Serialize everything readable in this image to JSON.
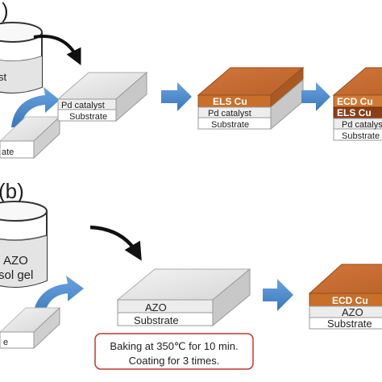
{
  "panel_a": {
    "label_fragment": ")",
    "beaker_text": "st",
    "catalyst_layer": "Pd catalyst",
    "substrate": "Substrate",
    "small_substrate": "ate",
    "els_cu": "ELS Cu",
    "stack_pd": "Pd catalyst",
    "stack_substrate": "Substrate",
    "ecd_cu": "ECD Cu",
    "final_els_cu": "ELS Cu",
    "final_pd": "Pd catalys",
    "final_substrate": "Substrate"
  },
  "panel_b": {
    "label": "(b)",
    "beaker_line1": "AZO",
    "beaker_line2": "sol gel",
    "azo_layer": "AZO",
    "substrate": "Substrate",
    "small_substrate": "e",
    "note_line1": "Baking at 350℃  for 10 min.",
    "note_line2": "Coating for 3 times.",
    "ecd_cu": "ECD Cu",
    "final_azo": "AZO",
    "final_substrate": "Substrate"
  },
  "colors": {
    "copper": "#c8702a",
    "copper_light": "#e08a48",
    "arrow_blue": "#4a86c8",
    "note_border": "#c0392b",
    "slab_top": "#e6e6e6"
  }
}
